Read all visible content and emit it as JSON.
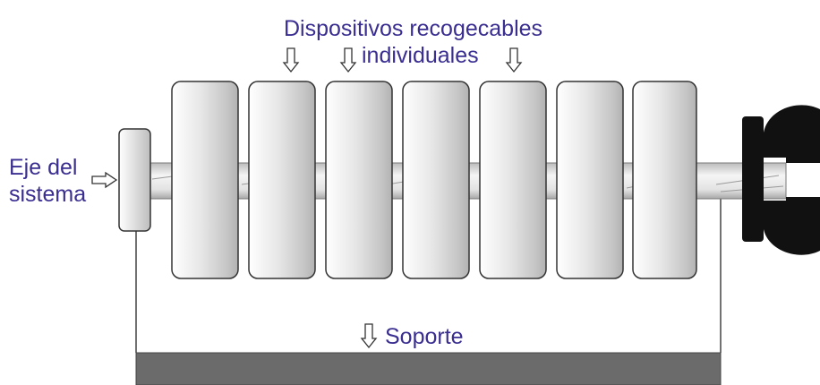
{
  "labels": {
    "title_line1": "Dispositivos recogecables",
    "title_line2": "individuales",
    "axis_line1": "Eje del",
    "axis_line2": "sistema",
    "support": "Soporte"
  },
  "colors": {
    "label_text": "#3a2f91",
    "support_base": "#6b6b6b",
    "motor": "#111111"
  }
}
